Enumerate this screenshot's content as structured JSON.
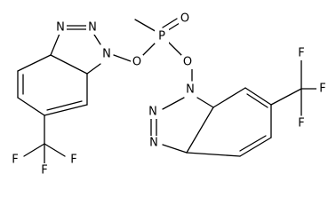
{
  "molecule": {
    "atoms": {
      "phosphorus": "P",
      "oxo": "O",
      "ester_o_left": "O",
      "ester_o_right": "O",
      "left_ring": {
        "n1": "N",
        "n2": "N",
        "n3": "N",
        "cf3_f_left": "F",
        "cf3_f_right": "F",
        "cf3_f_bottom": "F"
      },
      "right_ring": {
        "n1": "N",
        "n2": "N",
        "n3": "N",
        "cf3_f_left": "F",
        "cf3_f_right": "F",
        "cf3_f_bottom": "F"
      }
    },
    "colors": {
      "bond": "#000000",
      "background": "#ffffff"
    }
  }
}
